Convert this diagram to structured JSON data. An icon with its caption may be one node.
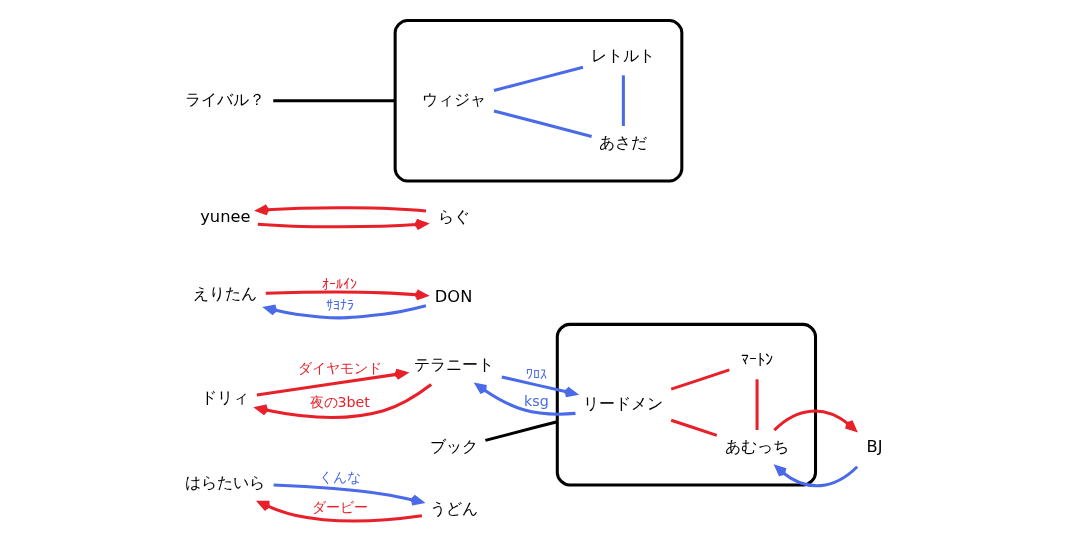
{
  "diagram": {
    "nodes": [
      {
        "text": [
          "はらたいら"
        ]
      },
      {
        "text": [
          "うどん"
        ]
      },
      {
        "text": [
          "ドリィ"
        ]
      },
      {
        "text": [
          "テラニート"
        ]
      },
      {
        "text": [],
        "shape": "oval"
      },
      {
        "text": [
          "リードメン"
        ],
        "in": 4
      },
      {
        "text": [
          "えりたん"
        ]
      },
      {
        "text": [
          "DON"
        ]
      },
      {
        "text": [
          "yunee"
        ]
      },
      {
        "text": [
          "らぐ"
        ]
      },
      {
        "text": [
          "あむっち"
        ],
        "in": 4
      },
      {
        "text": [
          "ﾏｰﾄﾝ"
        ],
        "in": 4
      },
      {
        "text": [
          "BJ"
        ]
      },
      {
        "text": [
          "ブック"
        ]
      },
      {
        "text": [],
        "shape": "oval"
      },
      {
        "text": [
          "ウィジャ"
        ],
        "in": 14
      },
      {
        "text": [
          "あさだ"
        ],
        "in": 14
      },
      {
        "text": [
          "レトルト"
        ],
        "in": 14
      },
      {
        "text": [
          "ライバル？"
        ]
      }
    ],
    "edges": [
      {
        "from": 0,
        "to": 1,
        "arrow": "to",
        "label": "くんな",
        "color": "#4a6ae8"
      },
      {
        "from": 1,
        "to": 0,
        "arrow": "to",
        "label": "ダービー"
      },
      {
        "from": 2,
        "to": 3,
        "arrow": "to",
        "label": "ダイヤモンド"
      },
      {
        "from": 3,
        "to": 2,
        "arrow": "to",
        "label": "夜の3bet"
      },
      {
        "from": 3,
        "to": 5,
        "arrow": "to",
        "label": "ﾜﾛｽ",
        "color": "#4a6ae8"
      },
      {
        "from": 5,
        "to": 3,
        "arrow": "to",
        "label": "ksg",
        "color": "#4a6ae8"
      },
      {
        "from": 5,
        "to": 10,
        "arrow": "none"
      },
      {
        "from": 5,
        "to": 11,
        "arrow": "none"
      },
      {
        "from": 10,
        "to": 11,
        "arrow": "none"
      },
      {
        "from": 6,
        "to": 7,
        "arrow": "to",
        "label": "ｵｰﾙｲﾝ"
      },
      {
        "from": 7,
        "to": 6,
        "arrow": "to",
        "label": "ｻﾖﾅﾗ",
        "color": "#4a6ae8"
      },
      {
        "from": 8,
        "to": 9,
        "arrow": "to"
      },
      {
        "from": 9,
        "to": 8,
        "arrow": "to"
      },
      {
        "from": 10,
        "to": 12,
        "arrow": "to"
      },
      {
        "from": 12,
        "to": 10,
        "arrow": "to",
        "color": "#4a6ae8"
      },
      {
        "from": 13,
        "to": 4,
        "arrow": "none",
        "color": "#000000"
      },
      {
        "from": 15,
        "to": 16,
        "arrow": "none",
        "color": "#4a6ae8"
      },
      {
        "from": 15,
        "to": 17,
        "arrow": "none",
        "color": "#4a6ae8"
      },
      {
        "from": 16,
        "to": 17,
        "arrow": "none",
        "color": "#4a6ae8"
      },
      {
        "from": 18,
        "to": 14,
        "arrow": "none",
        "color": "#000000"
      }
    ]
  }
}
